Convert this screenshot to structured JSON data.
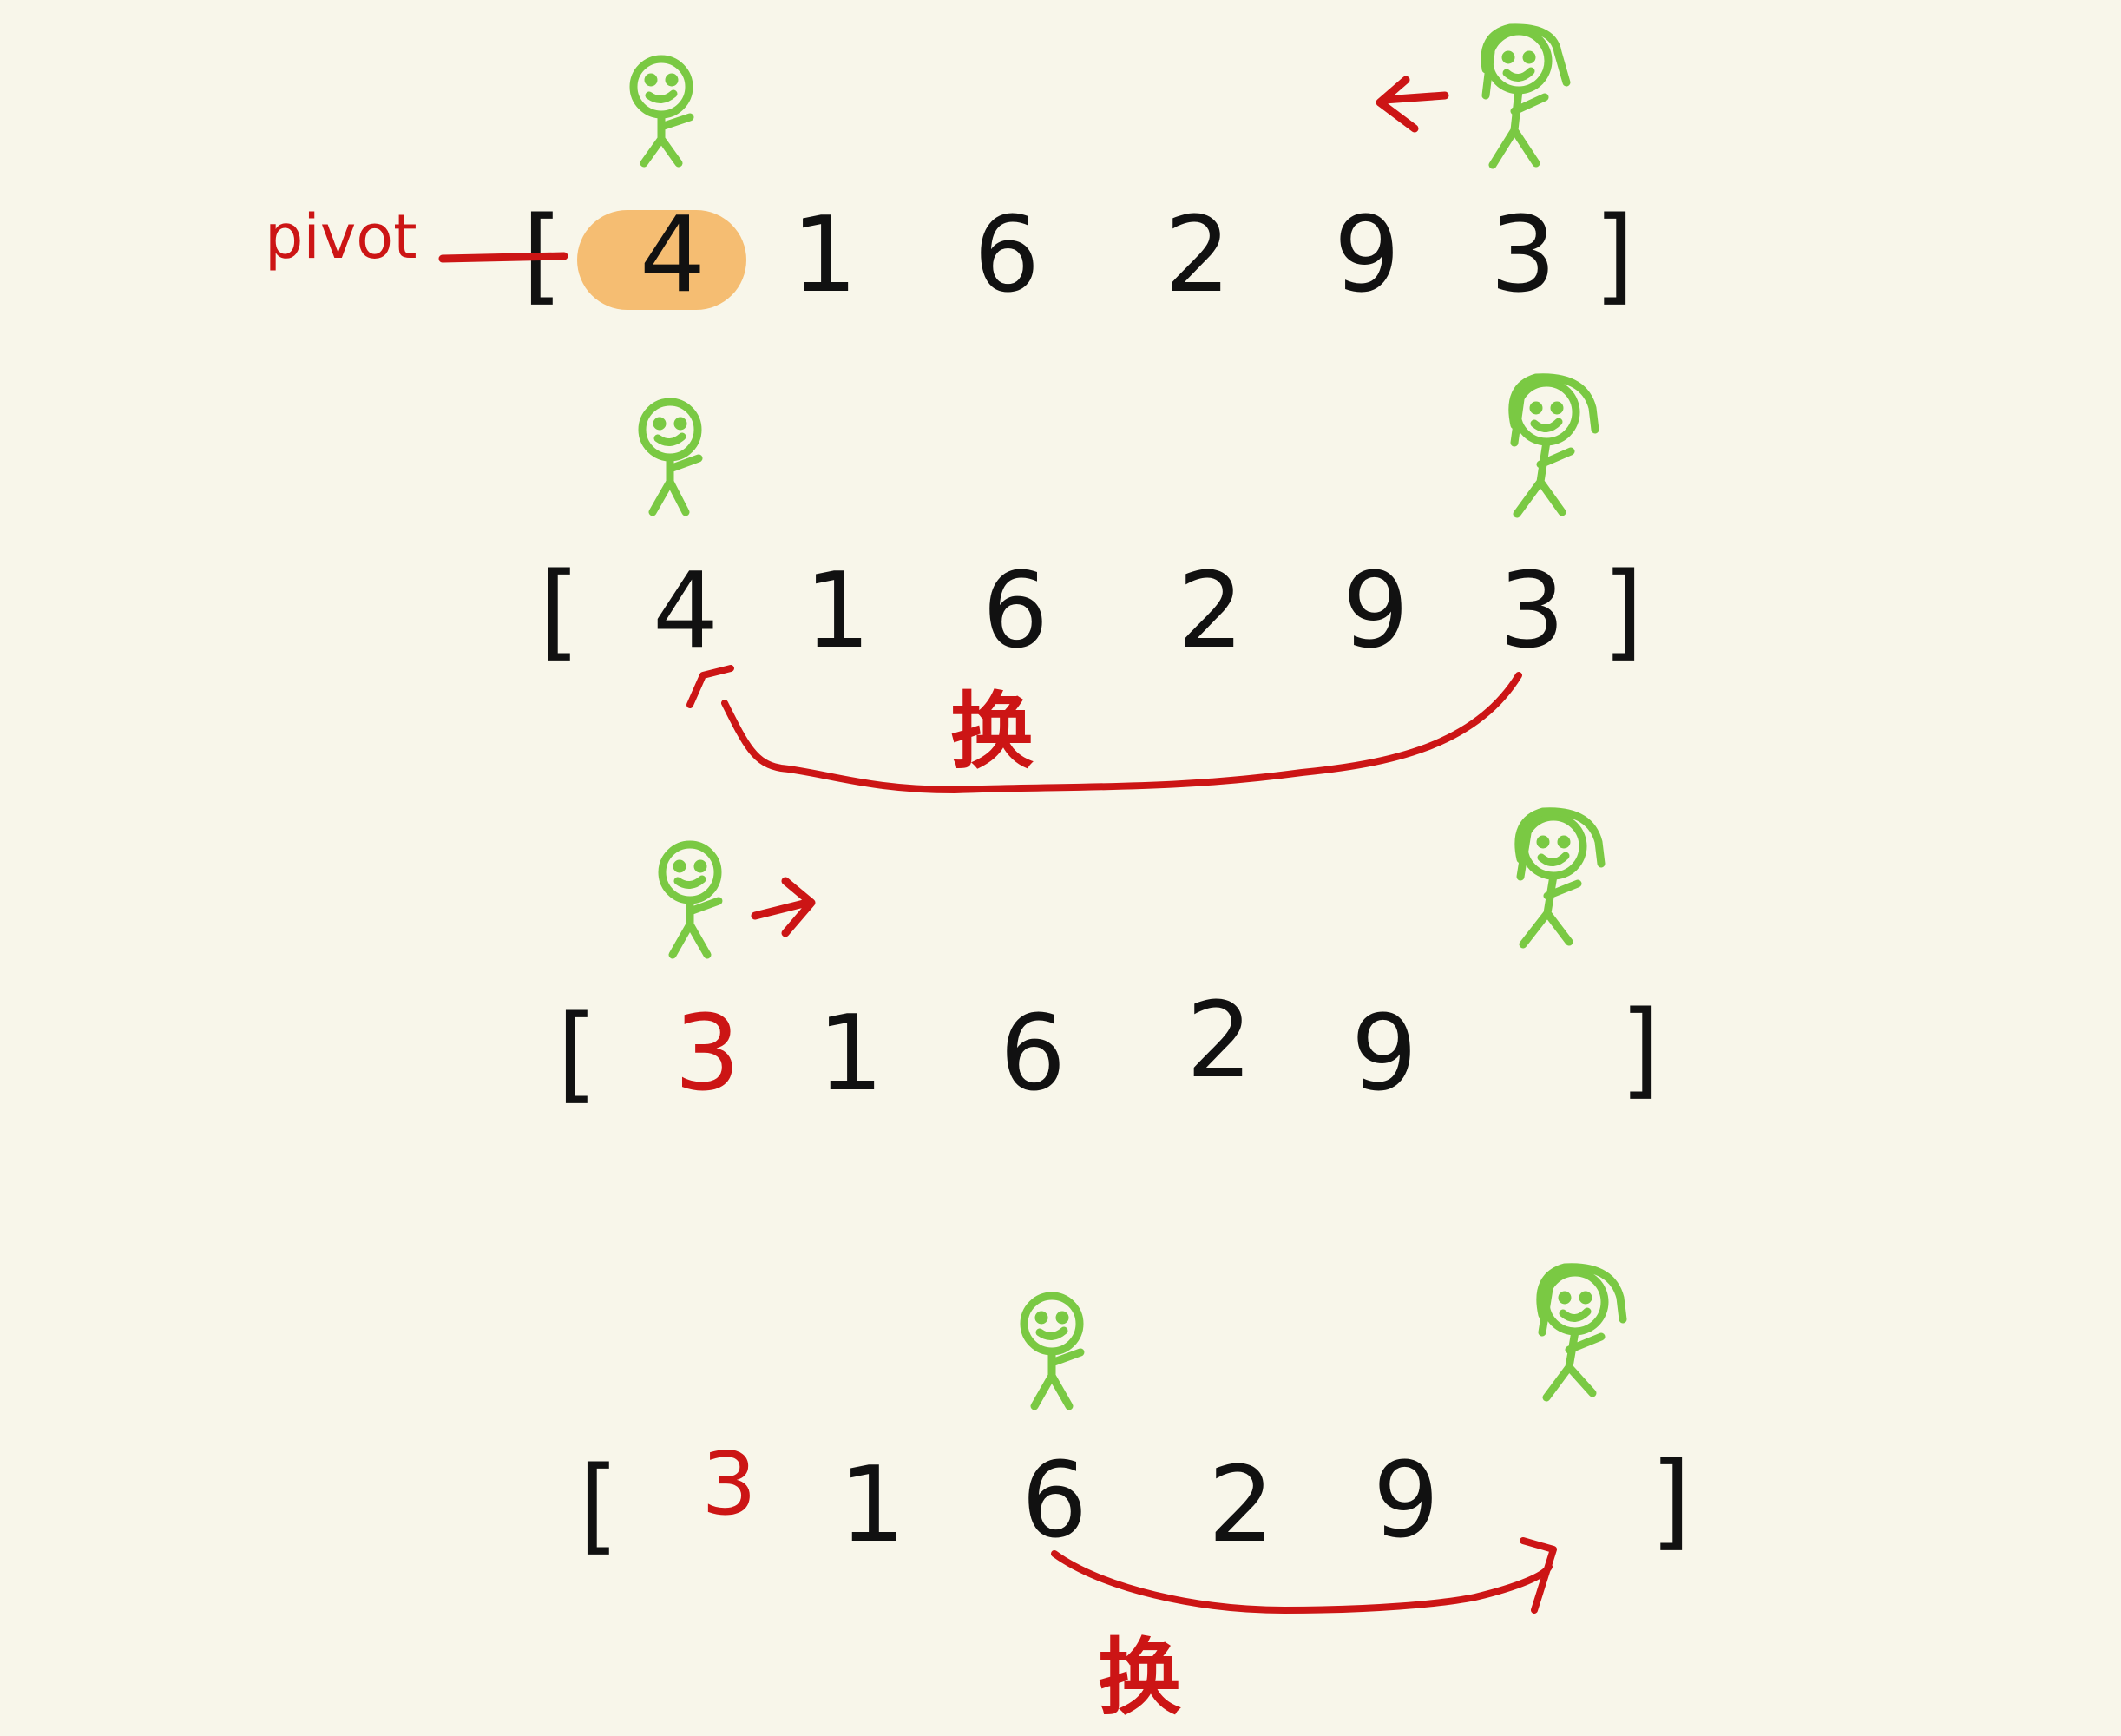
{
  "pivot_label": "pivot",
  "swap_label": "换",
  "rows": [
    {
      "open": "[",
      "close": "]",
      "values": [
        "4",
        "1",
        "6",
        "2",
        "9",
        "3"
      ],
      "pivot_index": 0,
      "swapped": []
    },
    {
      "open": "[",
      "close": "]",
      "values": [
        "4",
        "1",
        "6",
        "2",
        "9",
        "3"
      ],
      "swapped": []
    },
    {
      "open": "[",
      "close": "]",
      "values": [
        "3",
        "1",
        "6",
        "2",
        "9",
        ""
      ],
      "swapped": [
        0
      ]
    },
    {
      "open": "[",
      "close": "]",
      "values": [
        "3",
        "1",
        "6",
        "2",
        "9",
        ""
      ],
      "swapped": [
        0
      ]
    }
  ],
  "colors": {
    "ink": "#111111",
    "red": "#cc1515",
    "figure": "#7ac943",
    "pivot_highlight": "#f5bd72",
    "background": "#f8f6ea"
  }
}
